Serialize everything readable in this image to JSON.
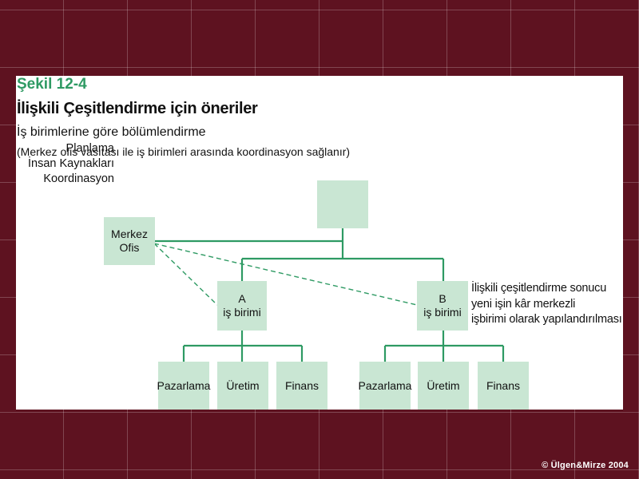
{
  "figure": {
    "label": "Şekil 12-4",
    "title": "İlişkili Çeşitlendirme için öneriler",
    "subtitle": "İş birimlerine göre bölümlendirme",
    "note": "(Merkez ofis vasıtası ile iş birimleri arasında koordinasyon sağlanır)"
  },
  "nodes": {
    "top": "",
    "hq": [
      "Merkez",
      "Ofis"
    ],
    "unit_a": [
      "A",
      "iş birimi"
    ],
    "unit_b": [
      "B",
      "iş birimi"
    ],
    "a_children": [
      "Pazarlama",
      "Üretim",
      "Finans"
    ],
    "b_children": [
      "Pazarlama",
      "Üretim",
      "Finans"
    ]
  },
  "hq_functions": [
    "Planlama",
    "İnsan Kaynakları",
    "Koordinasyon"
  ],
  "annotation": [
    "İlişkili çeşitlendirme sonucu",
    "yeni işin kâr merkezli",
    "işbirimi olarak yapılandırılması"
  ],
  "copyright": "© Ülgen&Mirze 2004",
  "colors": {
    "background": "#5e1220",
    "box_fill": "#c9e6d3",
    "line": "#2e9a63",
    "label_accent": "#2e9a63"
  }
}
